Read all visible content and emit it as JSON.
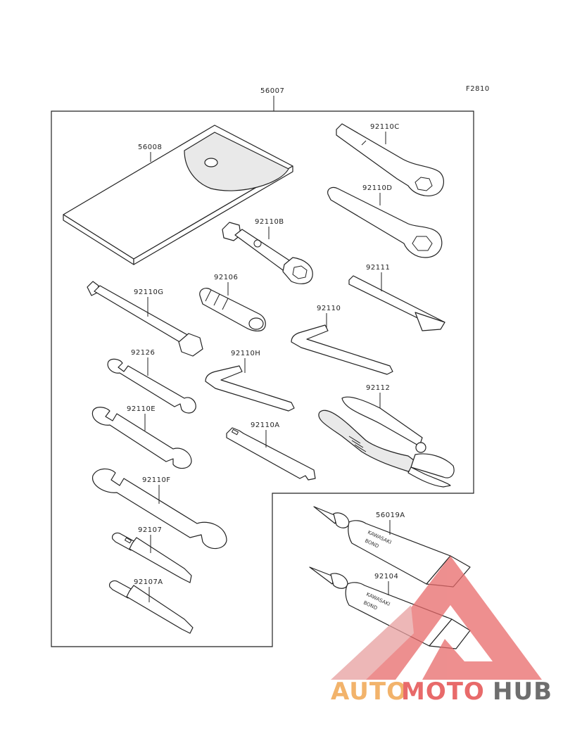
{
  "figure_code": "F2810",
  "kit_part": "56007",
  "parts": {
    "p56008": "56008",
    "p92110C": "92110C",
    "p92110D": "92110D",
    "p92110B": "92110B",
    "p92106": "92106",
    "p92111": "92111",
    "p92110G": "92110G",
    "p92110": "92110",
    "p92126": "92126",
    "p92110H": "92110H",
    "p92112": "92112",
    "p92110E": "92110E",
    "p92110A": "92110A",
    "p92110F": "92110F",
    "p92107": "92107",
    "p92107A": "92107A",
    "p56019A": "56019A",
    "p92104": "92104"
  },
  "tube_text": {
    "brand": "KAWASAKI",
    "product": "BOND"
  },
  "watermark": {
    "part1": "AUTO",
    "part2": "MOTO",
    "part3": "HUB",
    "color_orange": "#f2b36b",
    "color_red": "#e86a6a",
    "color_gray": "#6e6e6e"
  }
}
